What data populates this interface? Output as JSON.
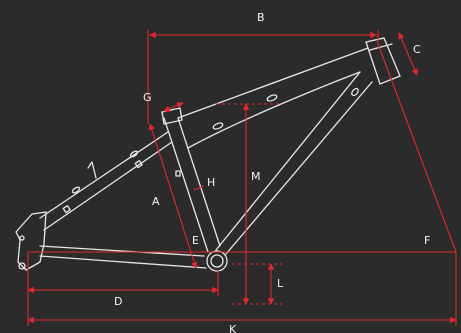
{
  "labels": {
    "A": "A",
    "B": "B",
    "C": "C",
    "D": "D",
    "E": "E",
    "F": "F",
    "G": "G",
    "H": "H",
    "K": "K",
    "L": "L",
    "M": "M"
  },
  "colors": {
    "background": "#2b2b2b",
    "frame": "#e8e8e8",
    "dimension": "#e0282e"
  }
}
